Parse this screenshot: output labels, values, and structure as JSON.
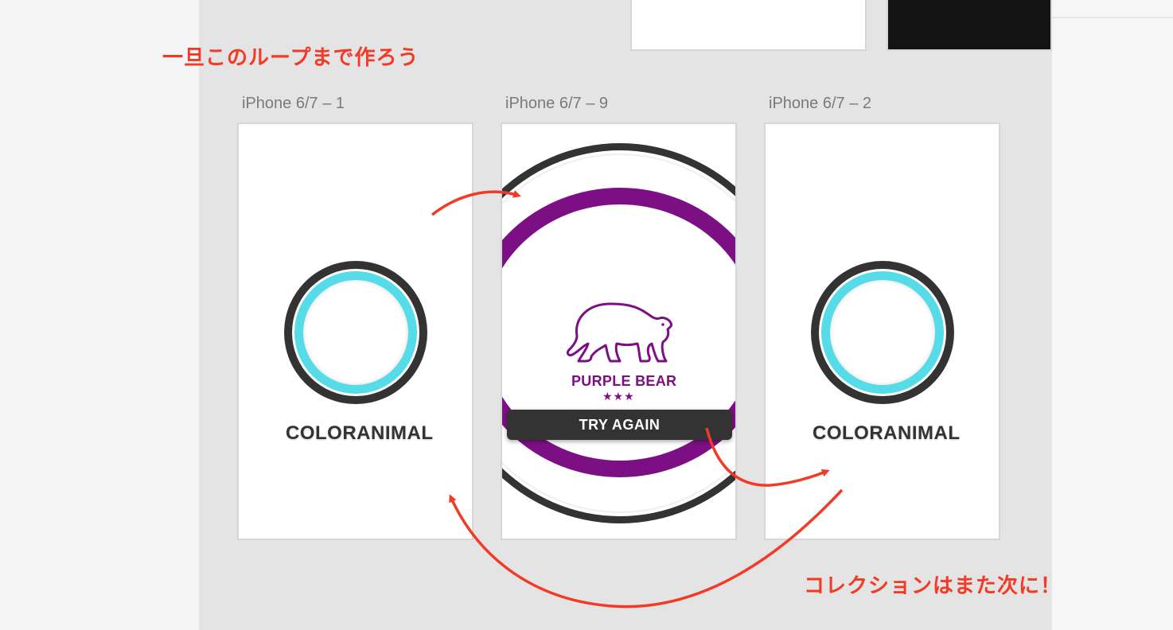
{
  "annotations": {
    "top_note": "一旦このループまで作ろう",
    "bottom_note": "コレクションはまた次に！"
  },
  "artboards": [
    {
      "label": "iPhone 6/7 – 1",
      "title": "COLORANIMAL"
    },
    {
      "label": "iPhone 6/7 – 9",
      "result_name": "PURPLE BEAR",
      "stars": "★★★",
      "button": "TRY AGAIN"
    },
    {
      "label": "iPhone 6/7 – 2",
      "title": "COLORANIMAL"
    }
  ],
  "colors": {
    "accent_cyan": "#56dbe8",
    "purple": "#7d0f85",
    "dark": "#333333",
    "annotation_red": "#f23a26"
  },
  "icons": {
    "bear": "bear-outline-icon"
  }
}
